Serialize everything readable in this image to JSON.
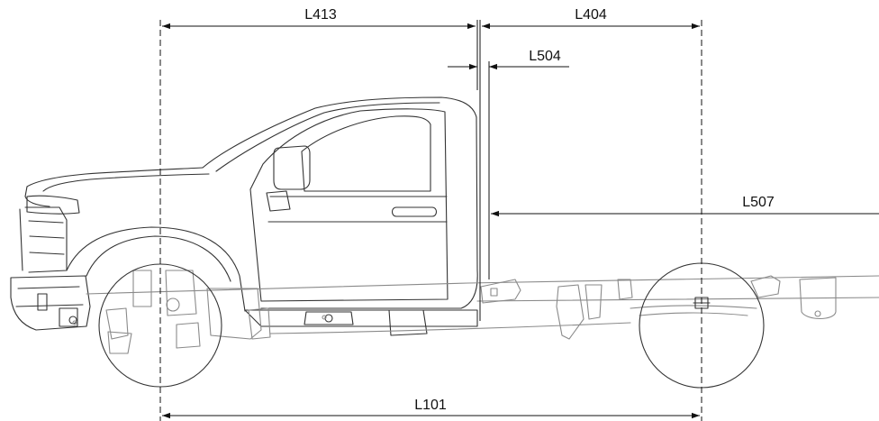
{
  "diagram": {
    "colors": {
      "line": "#111111",
      "truck": "#333333",
      "frame": "#8a8a8a"
    },
    "dimensions": {
      "l413": "L413",
      "l404": "L404",
      "l504": "L504",
      "l507": "L507",
      "l101": "L101"
    }
  }
}
